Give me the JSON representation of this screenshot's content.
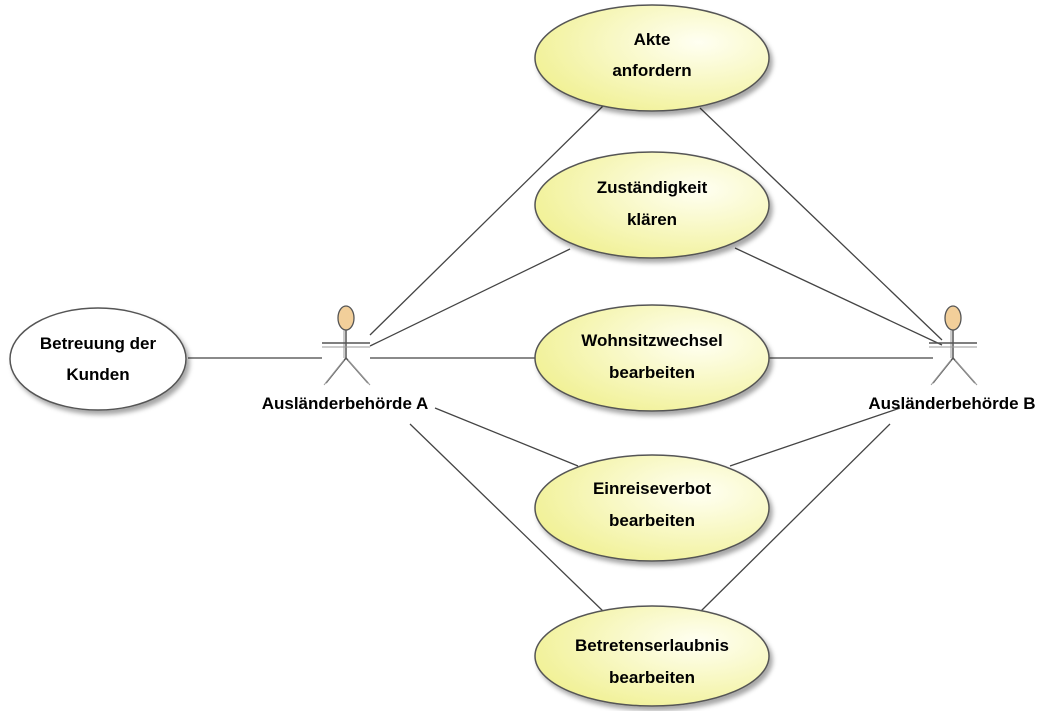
{
  "colors": {
    "use_case_fill_light": "#fffff2",
    "use_case_fill_dark": "#efef8a",
    "external_use_case_fill": "#ffffff",
    "outline": "#555555",
    "actor_head": "#f2cf9a"
  },
  "actors": {
    "a": {
      "label": "Ausländerbehörde A"
    },
    "b": {
      "label": "Ausländerbehörde B"
    }
  },
  "use_cases": {
    "betreuung": {
      "lines": [
        "Betreuung der",
        "Kunden"
      ]
    },
    "akte": {
      "lines": [
        "Akte",
        "anfordern"
      ]
    },
    "zustaendigkeit": {
      "lines": [
        "Zuständigkeit",
        "klären"
      ]
    },
    "wohnsitz": {
      "lines": [
        "Wohnsitzwechsel",
        "bearbeiten"
      ]
    },
    "einreise": {
      "lines": [
        "Einreiseverbot",
        "bearbeiten"
      ]
    },
    "betreten": {
      "lines": [
        "Betretenserlaubnis",
        "bearbeiten"
      ]
    }
  },
  "associations": [
    {
      "from": "actor-a",
      "to": "betreuung"
    },
    {
      "from": "actor-a",
      "to": "akte"
    },
    {
      "from": "actor-a",
      "to": "zustaendigkeit"
    },
    {
      "from": "actor-a",
      "to": "wohnsitz"
    },
    {
      "from": "actor-a",
      "to": "einreise"
    },
    {
      "from": "actor-a",
      "to": "betreten"
    },
    {
      "from": "actor-b",
      "to": "akte"
    },
    {
      "from": "actor-b",
      "to": "zustaendigkeit"
    },
    {
      "from": "actor-b",
      "to": "wohnsitz"
    },
    {
      "from": "actor-b",
      "to": "einreise"
    },
    {
      "from": "actor-b",
      "to": "betreten"
    }
  ]
}
